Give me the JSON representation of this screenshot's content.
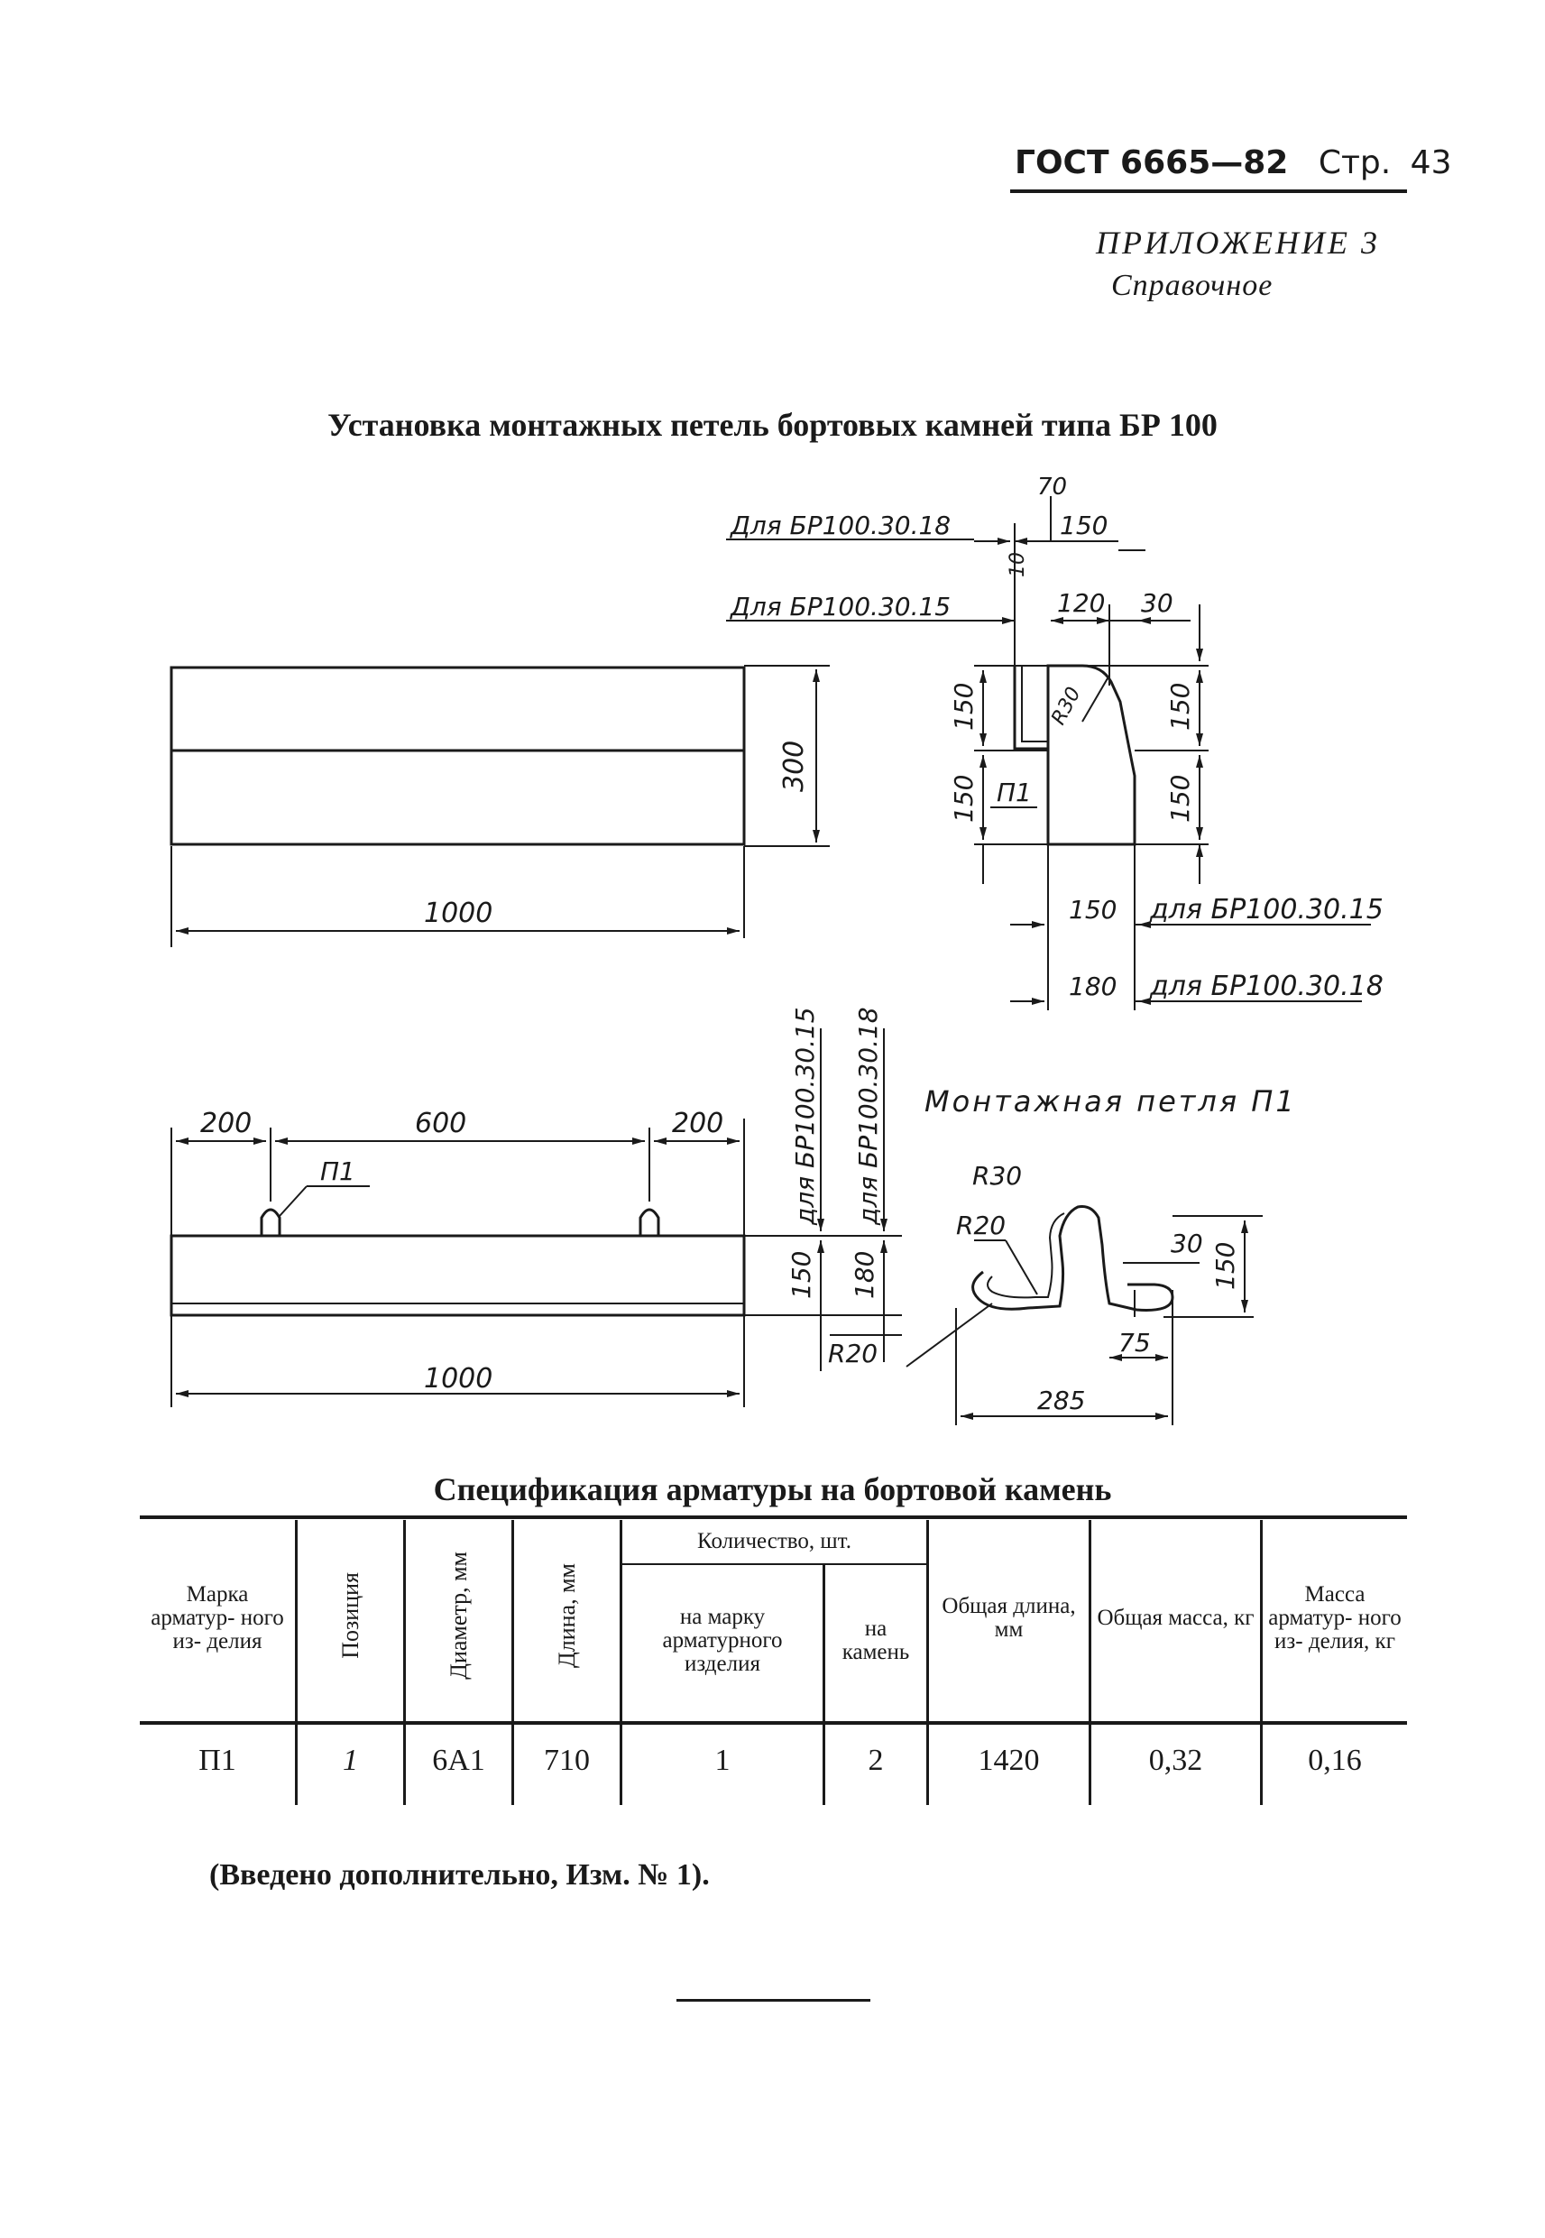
{
  "header": {
    "standard": "ГОСТ 6665—82",
    "page_label": "Стр.",
    "page_number": "43"
  },
  "appendix": {
    "title": "ПРИЛОЖЕНИЕ 3",
    "subtitle": "Справочное"
  },
  "main_title": "Установка монтажных петель бортовых камней типа БР 100",
  "drawing": {
    "label_br18_top": "Для БР100.30.18",
    "label_br15_top": "Для БР100.30.15",
    "dim_70": "70",
    "dim_150_top": "150",
    "dim_10": "10",
    "dim_120": "120",
    "dim_30_top": "30",
    "dim_r30_section": "R30",
    "dim_150_left_upper": "150",
    "dim_150_left_lower": "150",
    "dim_150_right_upper": "150",
    "dim_150_right_lower": "150",
    "label_p1_section": "П1",
    "dim_150_bottom": "150",
    "label_br15_bottom": "для БР100.30.15",
    "dim_180_bottom": "180",
    "label_br18_bottom": "для БР100.30.18",
    "dim_300": "300",
    "dim_1000_top": "1000",
    "dim_200_left": "200",
    "dim_600": "600",
    "dim_200_right": "200",
    "label_p1_front": "П1",
    "label_br15_vertical": "для БР100.30.15",
    "label_br18_vertical": "для БР100.30.18",
    "dim_150_front": "150",
    "dim_180_front": "180",
    "dim_r20_front": "R20",
    "dim_1000_bottom": "1000",
    "loop_title": "Монтажная петля П1",
    "loop_r30": "R30",
    "loop_r20": "R20",
    "loop_30": "30",
    "loop_150": "150",
    "loop_75": "75",
    "loop_285": "285"
  },
  "spec_title": "Спецификация арматуры на бортовой камень",
  "table": {
    "headers": {
      "mark": "Марка арматур- ного из- делия",
      "position": "Позиция",
      "diameter": "Диаметр, мм",
      "length": "Длина, мм",
      "quantity": "Количество, шт.",
      "qty_per_mark": "на марку арматурного изделия",
      "qty_per_stone": "на камень",
      "total_length": "Общая длина, мм",
      "total_mass": "Общая масса, кг",
      "item_mass": "Масса арматур- ного из- делия, кг"
    },
    "rows": [
      {
        "mark": "П1",
        "position": "1",
        "diameter": "6А1",
        "length": "710",
        "qty_per_mark": "1",
        "qty_per_stone": "2",
        "total_length": "1420",
        "total_mass": "0,32",
        "item_mass": "0,16"
      }
    ]
  },
  "note": "(Введено дополнительно, Изм. № 1)."
}
